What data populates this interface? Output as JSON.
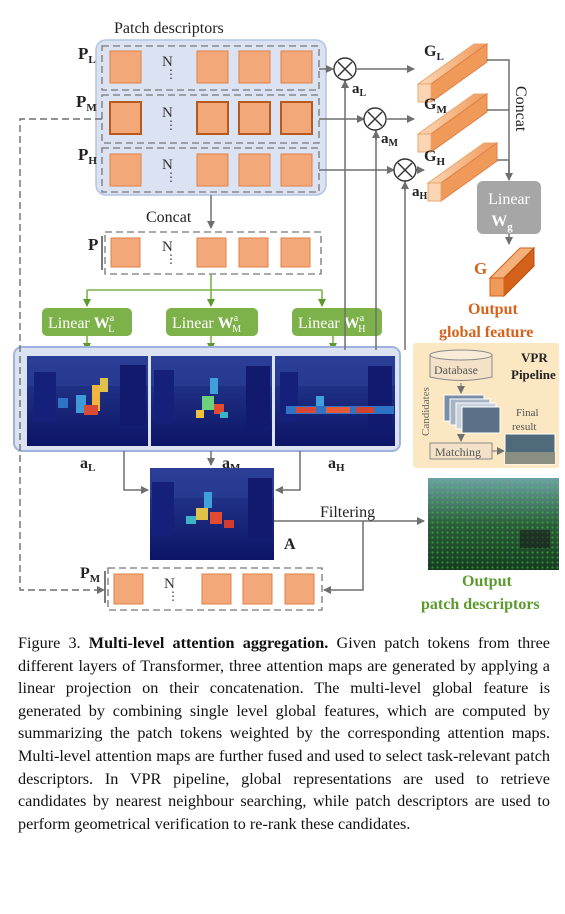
{
  "diagram": {
    "patch_descriptors_title": "Patch descriptors",
    "rows": [
      {
        "label": "P",
        "sub": "L"
      },
      {
        "label": "P",
        "sub": "M"
      },
      {
        "label": "P",
        "sub": "H"
      }
    ],
    "ellipsis_letter": "N",
    "concat_label": "Concat",
    "p_label": "P",
    "global_features": [
      {
        "label": "G",
        "sub": "L",
        "weight_label": "a",
        "weight_sub": "L"
      },
      {
        "label": "G",
        "sub": "M",
        "weight_label": "a",
        "weight_sub": "M"
      },
      {
        "label": "G",
        "sub": "H",
        "weight_label": "a",
        "weight_sub": "H"
      }
    ],
    "right_concat_label": "Concat",
    "linear_wg": {
      "line1": "Linear",
      "w": "W",
      "sub": "g"
    },
    "g_label": "G",
    "output_global": [
      "Output",
      "global feature"
    ],
    "linear_blocks": [
      {
        "text": "Linear ",
        "w": "W",
        "sup": "a",
        "sub": "L"
      },
      {
        "text": "Linear ",
        "w": "W",
        "sup": "a",
        "sub": "M"
      },
      {
        "text": "Linear ",
        "w": "W",
        "sup": "a",
        "sub": "H"
      }
    ],
    "attention_labels": [
      {
        "label": "a",
        "sub": "L"
      },
      {
        "label": "a",
        "sub": "M"
      },
      {
        "label": "a",
        "sub": "H"
      }
    ],
    "a_label": "A",
    "filtering_label": "Filtering",
    "pm_label": {
      "label": "P",
      "sub": "M"
    },
    "vpr": {
      "title": [
        "VPR",
        "Pipeline"
      ],
      "database": "Database",
      "candidates": "Candidates",
      "matching": "Matching",
      "final_result": [
        "Final",
        "result"
      ]
    },
    "output_patch": [
      "Output",
      "patch descriptors"
    ]
  },
  "caption": {
    "prefix": "Figure 3. ",
    "title": "Multi-level attention aggregation.",
    "body": " Given patch tokens from three different layers of Transformer, three attention maps are generated by applying a linear projection on their concatenation. The multi-level global feature is generated by combining single level global features, which are computed by summarizing the patch tokens weighted by the corresponding attention maps. Multi-level attention maps are further fused and used to select task-relevant patch descriptors. In VPR pipeline, global representations are used to retrieve candidates by nearest neighbour searching, while patch descriptors are used to perform geometrical verification to re-rank these candidates."
  },
  "colors": {
    "patch_fill": "#f3a87a",
    "patch_stroke": "#e07f45",
    "group_bg": "#dbe3f3",
    "linear_green": "#7db24a",
    "output_orange": "#d4621b",
    "output_green": "#5b9a2d",
    "vpr_bg": "#fbe7c2",
    "gray_box": "#a6a6a6"
  }
}
